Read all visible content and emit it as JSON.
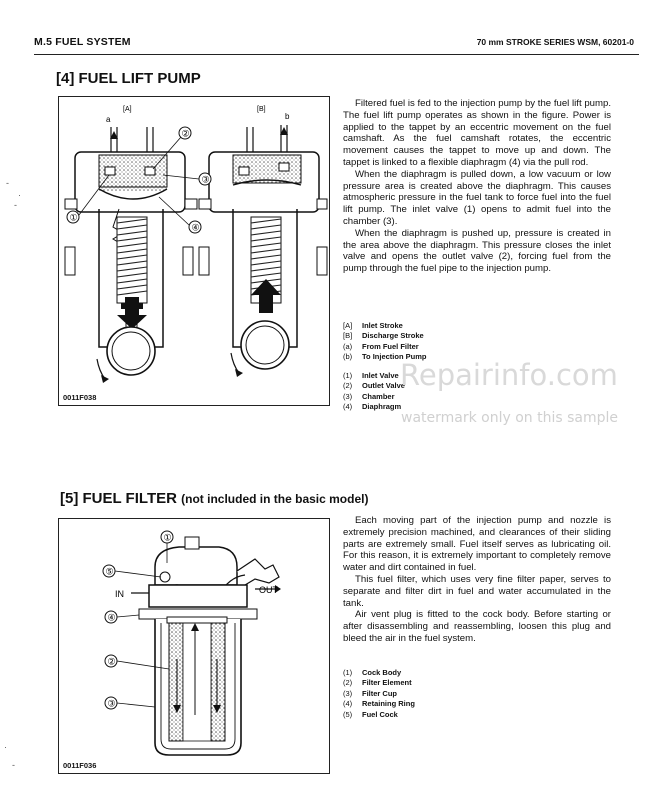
{
  "header": {
    "section": "M.5  FUEL SYSTEM",
    "series": "70 mm STROKE SERIES  WSM, 60201-0"
  },
  "lift_pump": {
    "title": "[4]  FUEL LIFT PUMP",
    "figure_code": "0011F038",
    "labels": {
      "A": "[A]",
      "B": "[B]",
      "a": "a",
      "b": "b",
      "c1": "①",
      "c2": "②",
      "c3": "③",
      "c4": "④"
    },
    "paragraphs": [
      "Filtered fuel is fed to the injection pump by the fuel lift pump. The fuel lift pump operates as shown in the figure. Power is applied to the tappet by an eccentric movement on the fuel camshaft. As the fuel camshaft rotates, the eccentric movement causes the tappet to move up and down. The tappet is linked to a flexible diaphragm (4) via the pull rod.",
      "When the diaphragm is pulled down, a low vacuum or low pressure area is created above the diaphragm. This causes atmospheric pressure in the fuel tank to force fuel into the fuel lift pump. The inlet valve (1) opens to admit fuel into the chamber (3).",
      "When the diaphragm is pushed up, pressure is created in the area above the diaphragm. This pressure closes the inlet valve and opens the outlet valve (2), forcing fuel from the pump through the fuel pipe to the injection pump."
    ],
    "legend_letters": [
      {
        "key": "[A]",
        "text": "Inlet Stroke"
      },
      {
        "key": "[B]",
        "text": "Discharge Stroke"
      },
      {
        "key": "(a)",
        "text": "From Fuel Filter"
      },
      {
        "key": "(b)",
        "text": "To Injection Pump"
      }
    ],
    "legend_numbers": [
      {
        "key": "(1)",
        "text": "Inlet Valve"
      },
      {
        "key": "(2)",
        "text": "Outlet Valve"
      },
      {
        "key": "(3)",
        "text": "Chamber"
      },
      {
        "key": "(4)",
        "text": "Diaphragm"
      }
    ]
  },
  "fuel_filter": {
    "title": "[5]  FUEL FILTER",
    "subtitle": "(not included in the basic model)",
    "figure_code": "0011F036",
    "labels": {
      "in": "IN",
      "out": "OUT",
      "c1": "①",
      "c2": "②",
      "c3": "③",
      "c4": "④",
      "c5": "⑤"
    },
    "paragraphs": [
      "Each moving part of the injection pump and nozzle is extremely precision machined, and clearances of their sliding parts are extremely small. Fuel itself serves as lubricating oil. For this reason, it is extremely important to completely remove water and dirt contained in fuel.",
      "This fuel filter, which uses very fine filter paper, serves to separate and filter dirt in fuel and water accumulated in the tank.",
      "Air vent plug is fitted to the cock body. Before starting or after disassembling and reassembling, loosen this plug and bleed the air in the fuel system."
    ],
    "legend": [
      {
        "key": "(1)",
        "text": "Cock Body"
      },
      {
        "key": "(2)",
        "text": "Filter Element"
      },
      {
        "key": "(3)",
        "text": "Filter Cup"
      },
      {
        "key": "(4)",
        "text": "Retaining Ring"
      },
      {
        "key": "(5)",
        "text": "Fuel Cock"
      }
    ]
  },
  "watermark": {
    "line1": "Repairinfo.com",
    "line2": "watermark only on this sample"
  }
}
